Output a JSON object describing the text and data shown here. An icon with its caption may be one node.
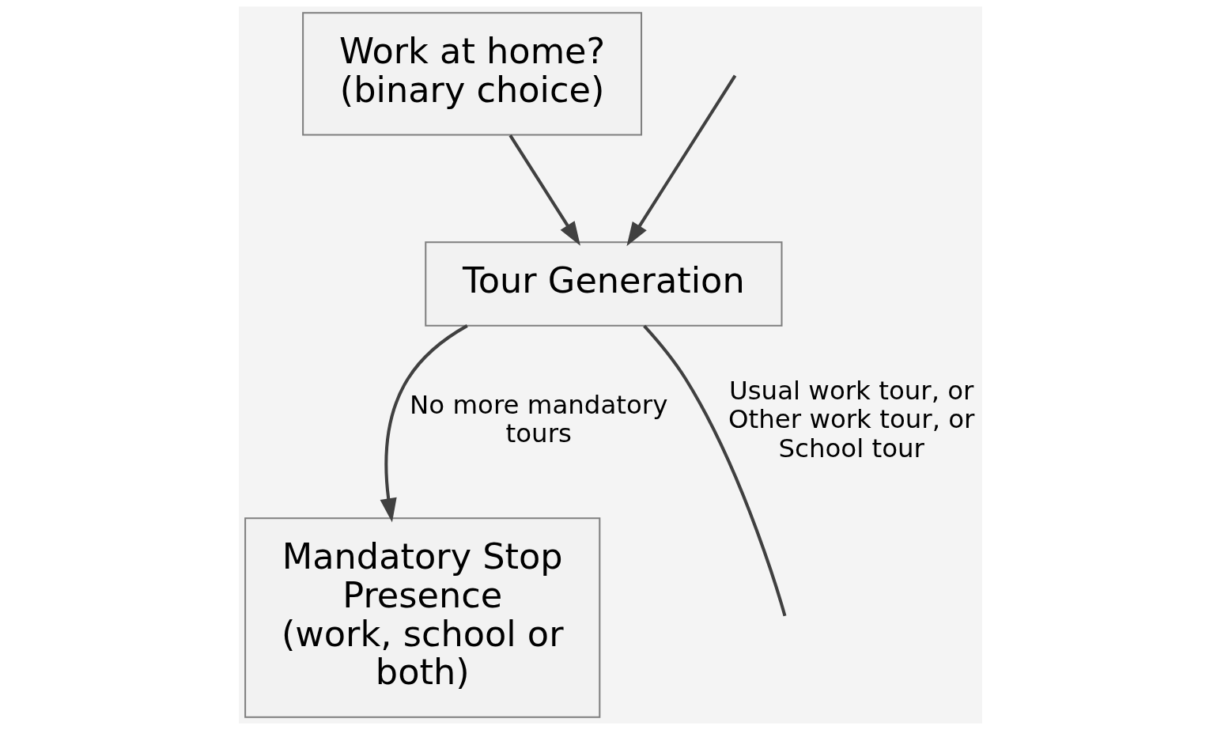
{
  "diagram": {
    "nodes": [
      {
        "text": [
          "Work at home?",
          "(binary choice)"
        ]
      },
      {
        "text": [
          "Tour Generation"
        ]
      },
      {
        "text": [
          "Mandatory Stop Presence",
          "(work, school or both)"
        ]
      }
    ],
    "edges": [
      {
        "from": 0,
        "to": 1,
        "arrow": "to"
      },
      {
        "from": 1,
        "to": 2,
        "arrow": "to",
        "label": "No more mandatory tours"
      },
      {
        "from": 1,
        "to": null,
        "arrow": "none",
        "label": "Usual work tour, or Other work tour, or School tour"
      },
      {
        "from": null,
        "to": 1,
        "arrow": "to"
      }
    ]
  }
}
